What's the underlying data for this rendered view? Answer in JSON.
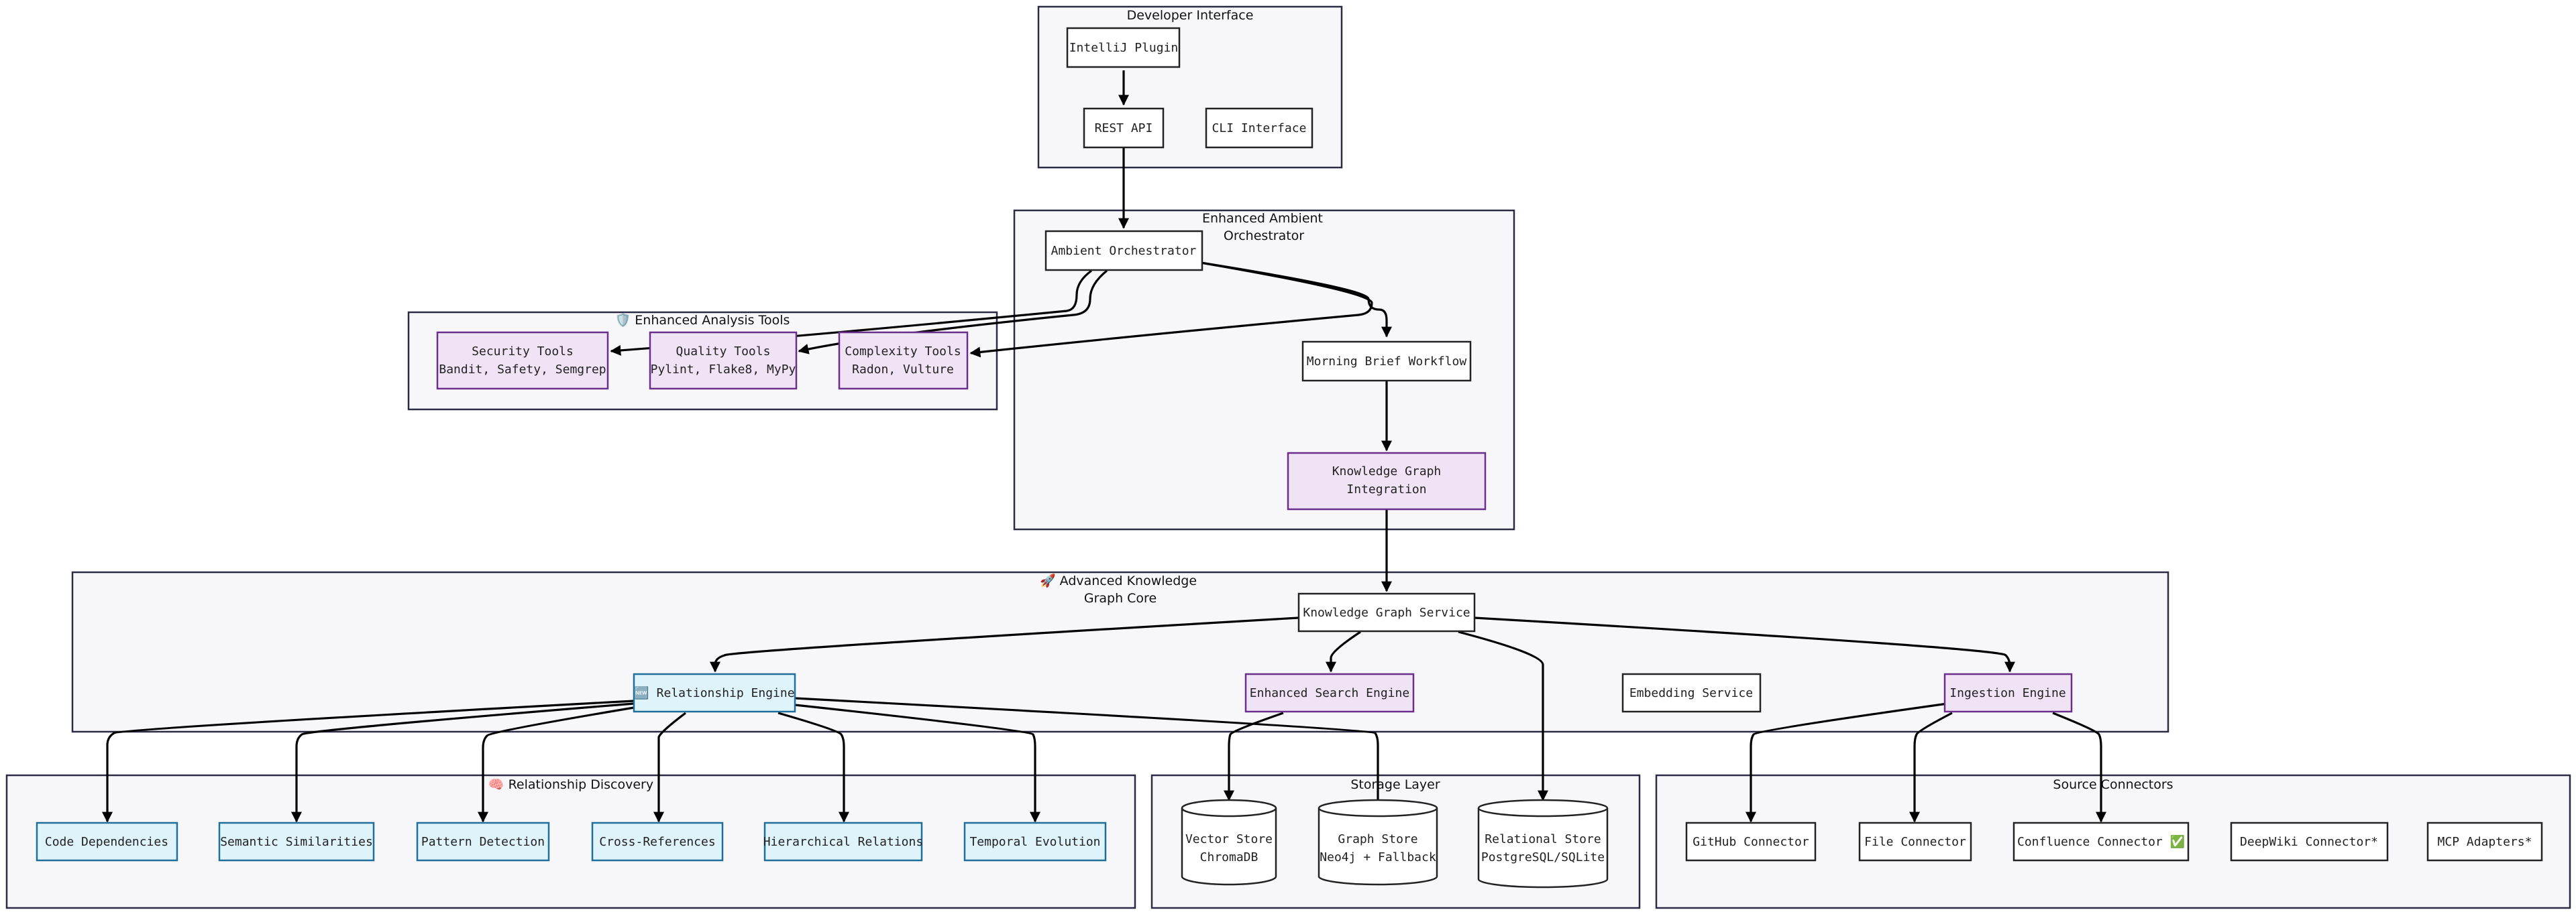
{
  "clusters": {
    "developer_interface": "Developer Interface",
    "orchestrator": [
      "Enhanced Ambient",
      "Orchestrator"
    ],
    "analysis_tools": "🛡️ Enhanced Analysis Tools",
    "kg_core": [
      "🚀 Advanced Knowledge",
      "Graph Core"
    ],
    "relationship_discovery": "🧠 Relationship Discovery",
    "storage_layer": "Storage Layer",
    "source_connectors": "Source Connectors"
  },
  "nodes": {
    "intellij_plugin": "IntelliJ Plugin",
    "rest_api": "REST API",
    "cli_interface": "CLI Interface",
    "ambient_orchestrator": "Ambient Orchestrator",
    "morning_brief": "Morning Brief Workflow",
    "kg_integration": [
      "Knowledge Graph",
      "Integration"
    ],
    "security_tools": [
      "Security Tools",
      "Bandit, Safety, Semgrep"
    ],
    "quality_tools": [
      "Quality Tools",
      "Pylint, Flake8, MyPy"
    ],
    "complexity_tools": [
      "Complexity Tools",
      "Radon, Vulture"
    ],
    "kg_service": "Knowledge Graph Service",
    "relationship_engine": "🆕 Relationship Engine",
    "enhanced_search": "Enhanced Search Engine",
    "embedding_service": "Embedding Service",
    "ingestion_engine": "Ingestion Engine",
    "code_dependencies": "Code Dependencies",
    "semantic_similarities": "Semantic Similarities",
    "pattern_detection": "Pattern Detection",
    "cross_references": "Cross-References",
    "hierarchical_relations": "Hierarchical Relations",
    "temporal_evolution": "Temporal Evolution",
    "vector_store": [
      "Vector Store",
      "ChromaDB"
    ],
    "graph_store": [
      "Graph Store",
      "Neo4j + Fallback"
    ],
    "relational_store": [
      "Relational Store",
      "PostgreSQL/SQLite"
    ],
    "github_connector": "GitHub Connector",
    "file_connector": "File Connector",
    "confluence_connector": "Confluence Connector ✅",
    "deepwiki_connector": "DeepWiki Connector*",
    "mcp_adapters": "MCP Adapters*"
  },
  "colors": {
    "cluster_fill": "#f7f7fa",
    "purple_fill": "#f1e3f6",
    "purple_stroke": "#6a2f8a",
    "blue_fill": "#dff3fa",
    "blue_stroke": "#1f6f99"
  }
}
